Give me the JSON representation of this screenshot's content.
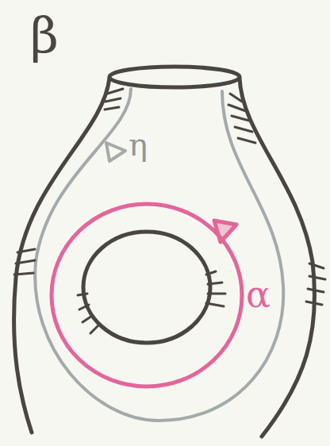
{
  "diagram": {
    "labels": [
      "β",
      "η",
      "α"
    ]
  }
}
